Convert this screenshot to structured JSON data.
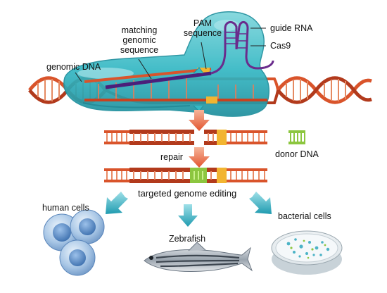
{
  "labels": {
    "matching": "matching\ngenomic\nsequence",
    "pam": "PAM\nsequence",
    "guide_rna": "guide RNA",
    "cas9": "Cas9",
    "genomic_dna": "genomic DNA",
    "donor_dna": "donor DNA",
    "repair": "repair",
    "targeted": "targeted genome editing",
    "human_cells": "human cells",
    "zebrafish": "Zebrafish",
    "bacterial_cells": "bacterial cells"
  },
  "colors": {
    "dna": "#d9542b",
    "dna_dark": "#a8321a",
    "cas9": "#35b8c4",
    "guide_rna": "#6a2c8c",
    "pam": "#f2b531",
    "donor": "#8cc63f",
    "arrow": "#e8643b",
    "teal_arrow": "#3cb5c8"
  }
}
